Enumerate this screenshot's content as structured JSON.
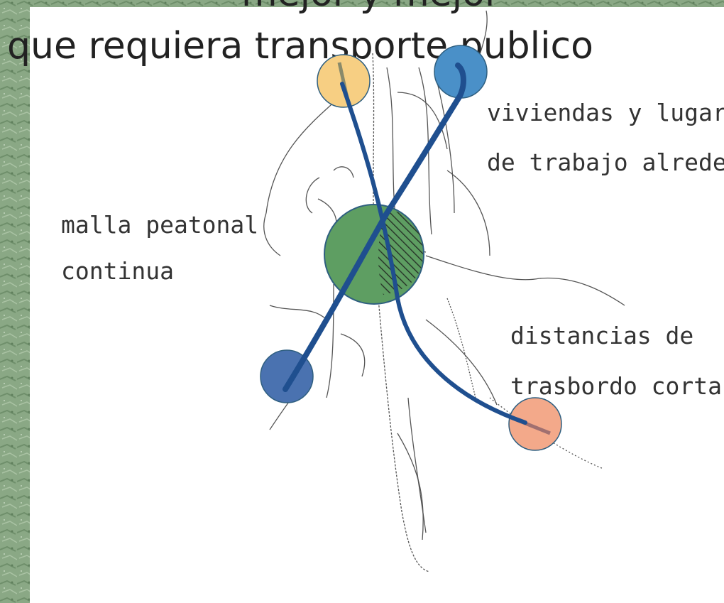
{
  "slide": {
    "title_cutoff": "mejor y mejor",
    "title_line": "que requiera transporte publico"
  },
  "diagram": {
    "labels": {
      "pedestrian_mesh_1": "malla peatonal",
      "pedestrian_mesh_2": "continua",
      "housing_1": "viviendas y lugares",
      "housing_2": "de trabajo alrededor",
      "transfer_1": "distancias de",
      "transfer_2": "trasbordo cortas"
    }
  },
  "colors": {
    "route_line": "#1f4f8f",
    "hub": "#5e9e62",
    "node_yellow": "#f7cf83",
    "node_blue_top": "#4a90c8",
    "node_blue_bottom": "#4a72b0",
    "node_peach": "#f3a98a",
    "background_texture": "#7f9e7b"
  }
}
